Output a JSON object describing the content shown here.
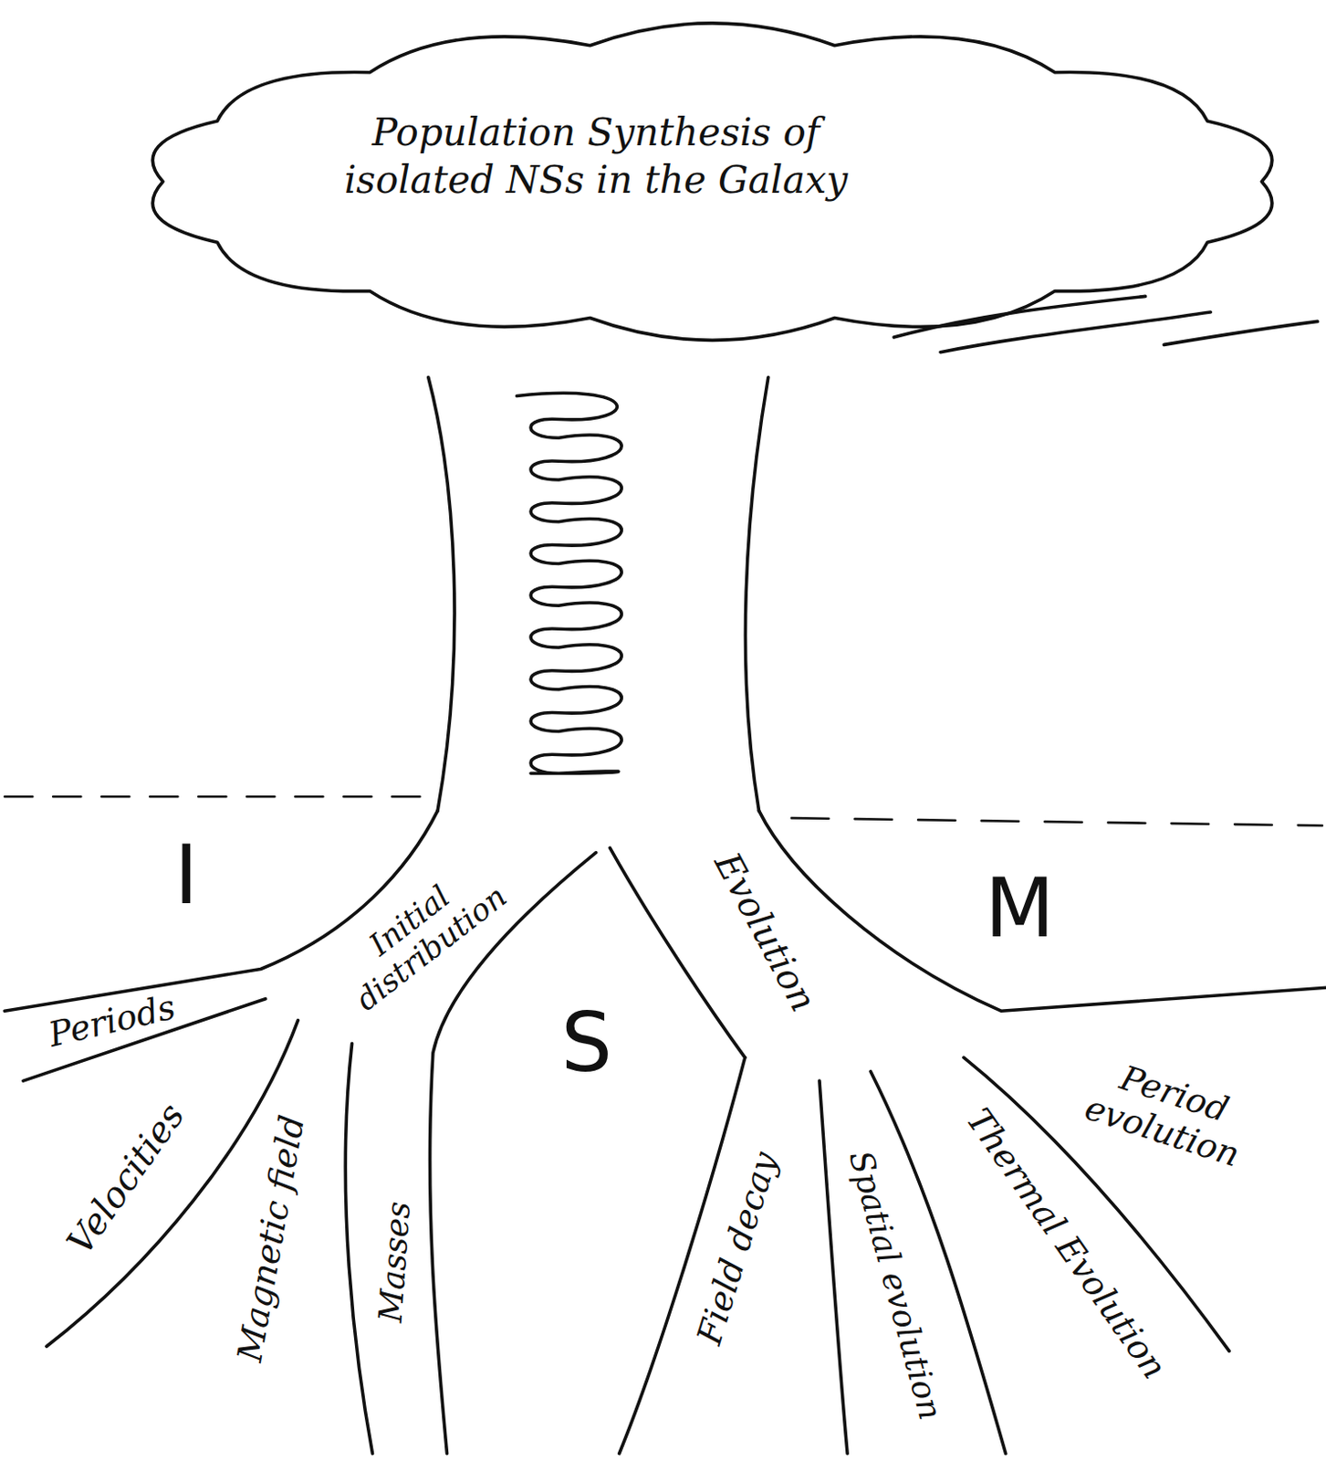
{
  "diagram": {
    "nodes": [
      {
        "text": [
          "Population Synthesis of isolated NSs in the Galaxy"
        ]
      }
    ],
    "labels": [
      "I",
      "M",
      "S",
      "Initial distribution",
      "Evolution",
      "Periods",
      "Velocities",
      "Magnetic field",
      "Masses",
      "Field decay",
      "Spatial evolution",
      "Thermal Evolution",
      "Period evolution"
    ]
  }
}
